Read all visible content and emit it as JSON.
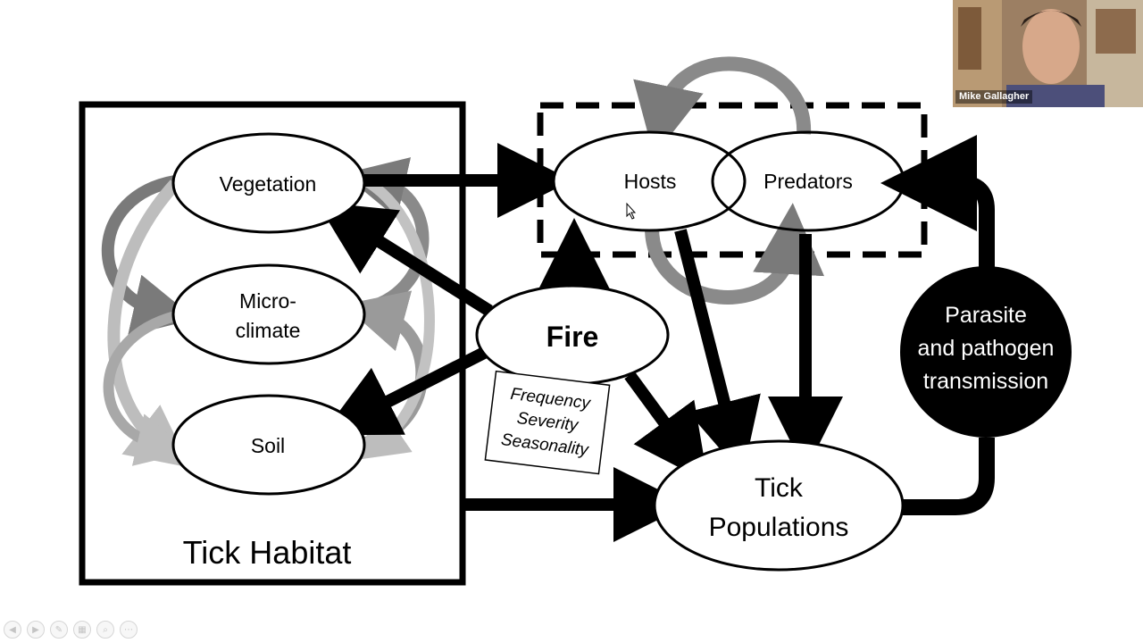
{
  "diagram": {
    "habitat_label": "Tick Habitat",
    "vegetation": "Vegetation",
    "microclimate": [
      "Micro-",
      "climate"
    ],
    "soil": "Soil",
    "hosts": "Hosts",
    "predators": "Predators",
    "fire": "Fire",
    "fire_attributes": [
      "Frequency",
      "Severity",
      "Seasonality"
    ],
    "parasite": [
      "Parasite",
      "and pathogen",
      "transmission"
    ],
    "tick_populations": [
      "Tick",
      "Populations"
    ]
  },
  "video": {
    "participant_name": "Mike Gallagher"
  },
  "toolbar": {
    "buttons": [
      {
        "name": "prev-slide-icon",
        "glyph": "◀"
      },
      {
        "name": "next-slide-icon",
        "glyph": "▶"
      },
      {
        "name": "pen-icon",
        "glyph": "✎"
      },
      {
        "name": "slides-grid-icon",
        "glyph": "▦"
      },
      {
        "name": "zoom-icon",
        "glyph": "⌕"
      },
      {
        "name": "more-options-icon",
        "glyph": "⋯"
      }
    ]
  },
  "colors": {
    "ink": "#000000",
    "gray_dark": "#7a7a7a",
    "gray_mid": "#9a9a9a",
    "gray_light": "#bdbdbd"
  }
}
